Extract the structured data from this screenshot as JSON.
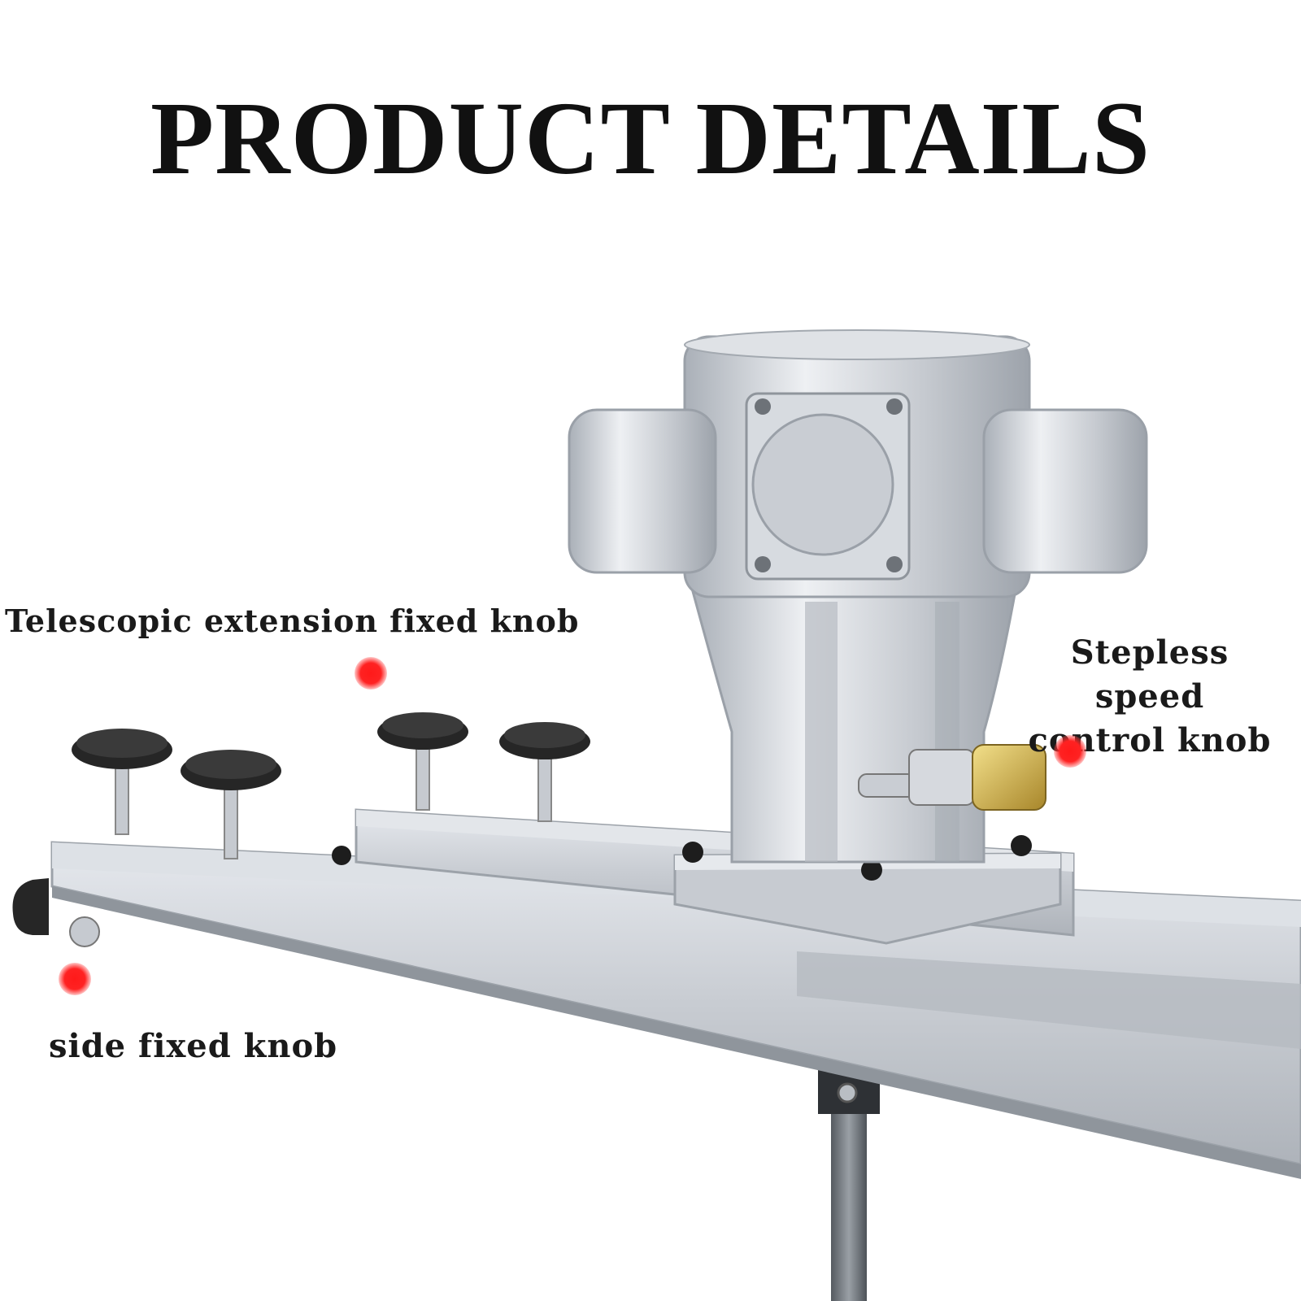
{
  "title": "PRODUCT DETAILS",
  "callouts": {
    "telescopic": "Telescopic extension fixed knob",
    "speed_line1": "Stepless speed",
    "speed_line2": "control knob",
    "side": "side fixed knob"
  },
  "colors": {
    "metal": "#c9cdd3",
    "metal_dark": "#9aa0a8",
    "knob": "#2a2a2a",
    "marker": "#ff2222",
    "brass": "#c9a636"
  }
}
